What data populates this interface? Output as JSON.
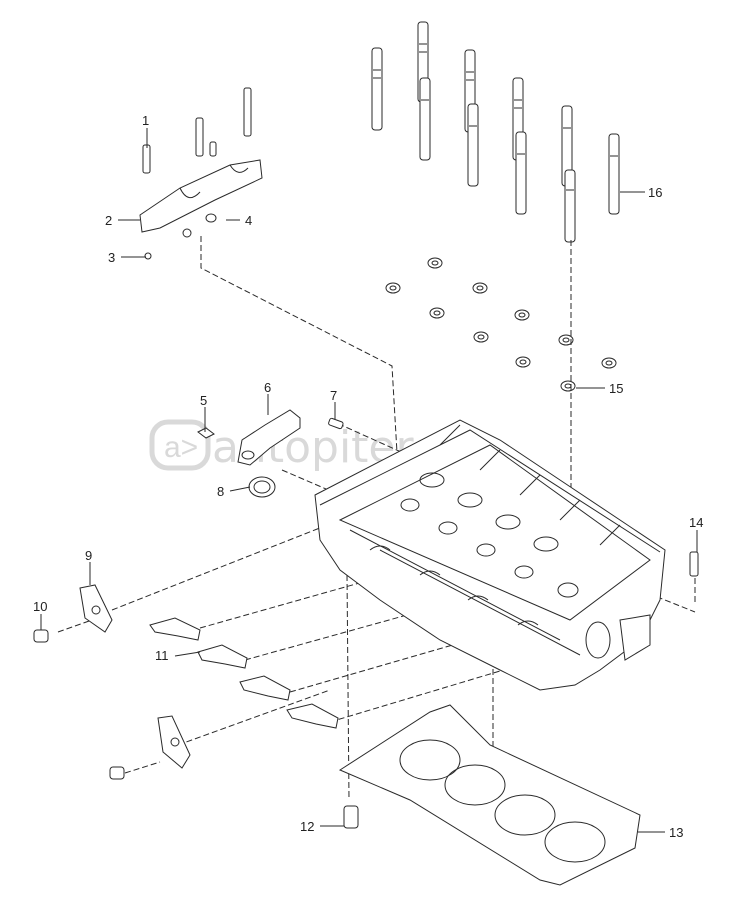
{
  "watermark": {
    "text": "autopiter.ru",
    "logo_icon": "autopiter-logo-icon"
  },
  "callouts": {
    "c1": "1",
    "c2": "2",
    "c3": "3",
    "c4": "4",
    "c5": "5",
    "c6": "6",
    "c7": "7",
    "c8": "8",
    "c9": "9",
    "c10": "10",
    "c11": "11",
    "c12": "12",
    "c13": "13",
    "c14": "14",
    "c15": "15",
    "c16": "16"
  },
  "colors": {
    "line": "#2a2a2a",
    "watermark": "#d9d9d9",
    "background": "#ffffff"
  }
}
